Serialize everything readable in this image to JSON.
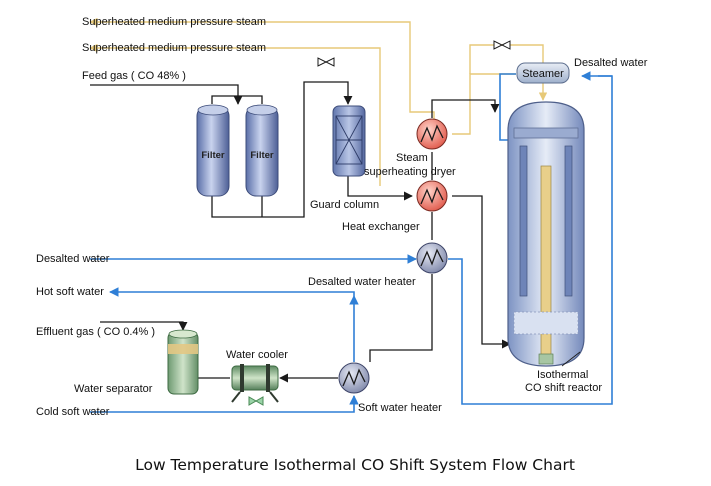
{
  "title": "Low Temperature Isothermal CO Shift System Flow Chart",
  "colors": {
    "steam_line": "#e7c978",
    "water_line": "#2f7fd6",
    "gas_line": "#1a1a1a",
    "exchanger_hot": "#ef6a5a",
    "exchanger_cool": "#8f97b8",
    "vessel": "#8fa6cf"
  },
  "streams": {
    "steam_top": "Superheated medium pressure steam",
    "steam_second": "Superheated medium pressure steam",
    "feed_gas": "Feed gas ( CO 48% )",
    "desalted_water_in": "Desalted water",
    "hot_soft_water": "Hot soft water",
    "effluent_gas": "Effluent gas ( CO 0.4% )",
    "cold_soft_water": "Cold soft water",
    "desalted_water_steamer": "Desalted water"
  },
  "equipment": {
    "filter_1": "Filter",
    "filter_2": "Filter",
    "guard_column": "Guard column",
    "steam_dryer_line1": "Steam",
    "steam_dryer_line2": "superheating dryer",
    "heat_exchanger": "Heat exchanger",
    "desalted_water_heater": "Desalted water heater",
    "soft_water_heater": "Soft water heater",
    "water_cooler": "Water cooler",
    "water_separator": "Water separator",
    "steamer": "Steamer",
    "reactor_line1": "Isothermal",
    "reactor_line2": "CO shift reactor"
  }
}
